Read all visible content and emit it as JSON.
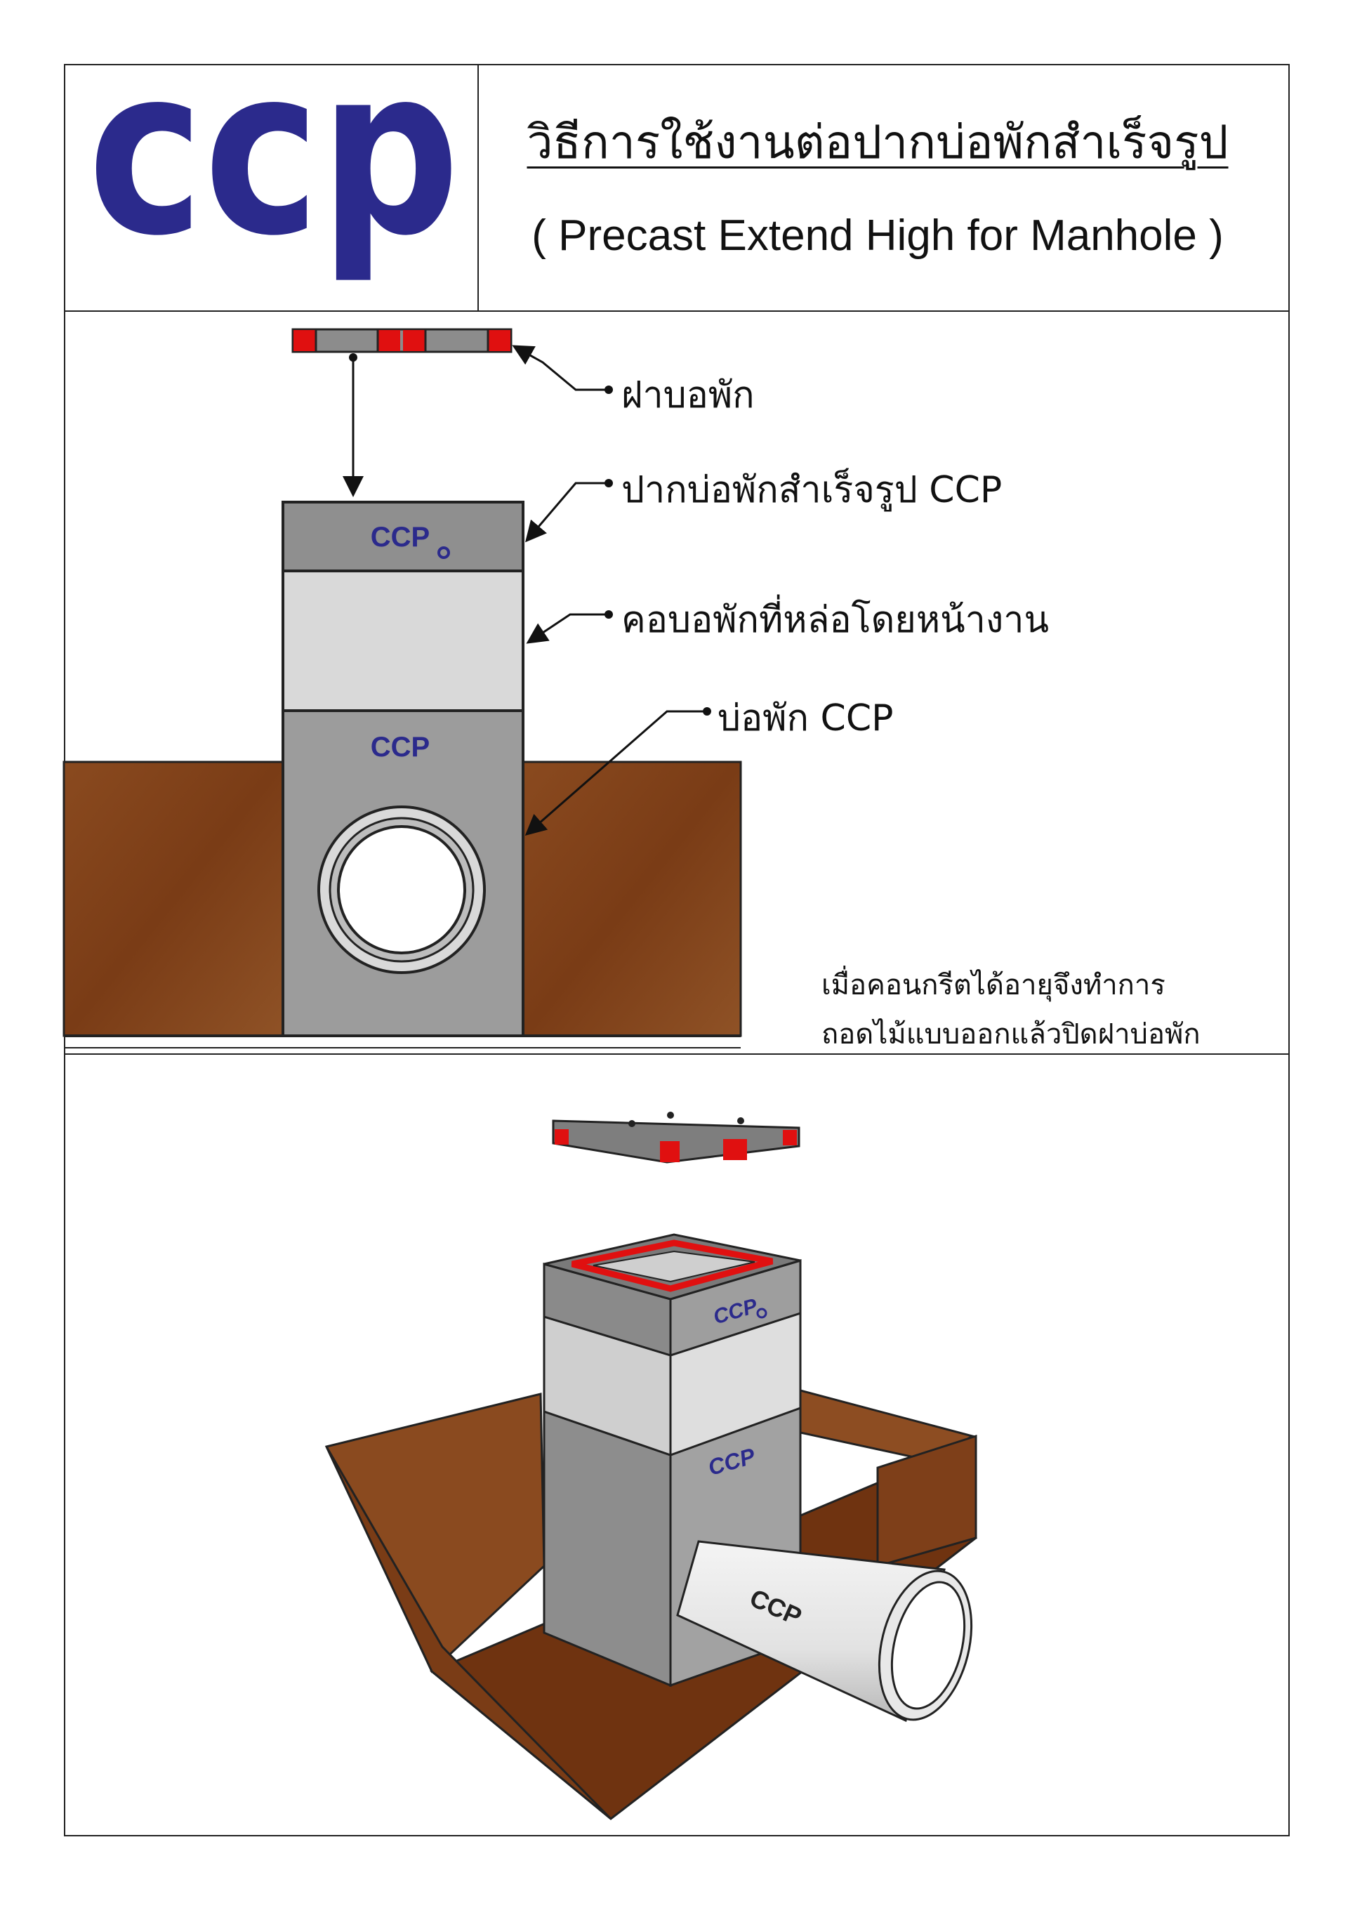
{
  "header": {
    "logo_text": "ccp",
    "title_thai": "วิธีการใช้งานต่อปากบ่อพักสำเร็จรูป",
    "title_english": "( Precast Extend High for Manhole )"
  },
  "labels": {
    "cover": "ฝาบอพัก",
    "precast_extension": "ปากบ่อพักสำเร็จรูป CCP",
    "cast_in_place_neck": "คอบอพักที่หล่อโดยหน้างาน",
    "manhole": "บ่อพัก CCP"
  },
  "marks": {
    "brand": "CCP"
  },
  "note": {
    "line1": "เมื่อคอนกรีตได้อายุจึงทำการ",
    "line2": "ถอดไม้แบบออกแล้วปิดฝาบ่อพัก"
  },
  "colors": {
    "brand_navy": "#2b2a8c",
    "soil": "#7d3d17",
    "concrete_gray": "#9a9a9a",
    "neck_gray": "#d8d8d8",
    "red_marker": "#e01010"
  }
}
